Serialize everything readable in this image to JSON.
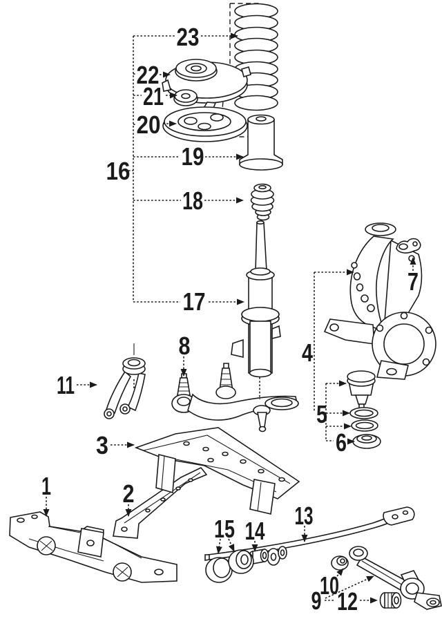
{
  "page": {
    "background": "#ffffff",
    "ink": "#1b1b1b"
  },
  "diagram": {
    "kind": "exploded-parts-diagram"
  },
  "callouts": {
    "c1": "1",
    "c2": "2",
    "c3": "3",
    "c4": "4",
    "c5": "5",
    "c6": "6",
    "c7": "7",
    "c8": "8",
    "c9": "9",
    "c10": "10",
    "c11": "11",
    "c12": "12",
    "c13": "13",
    "c14": "14",
    "c15": "15",
    "c16": "16",
    "c17": "17",
    "c18": "18",
    "c19": "19",
    "c20": "20",
    "c21": "21",
    "c22": "22",
    "c23": "23"
  }
}
